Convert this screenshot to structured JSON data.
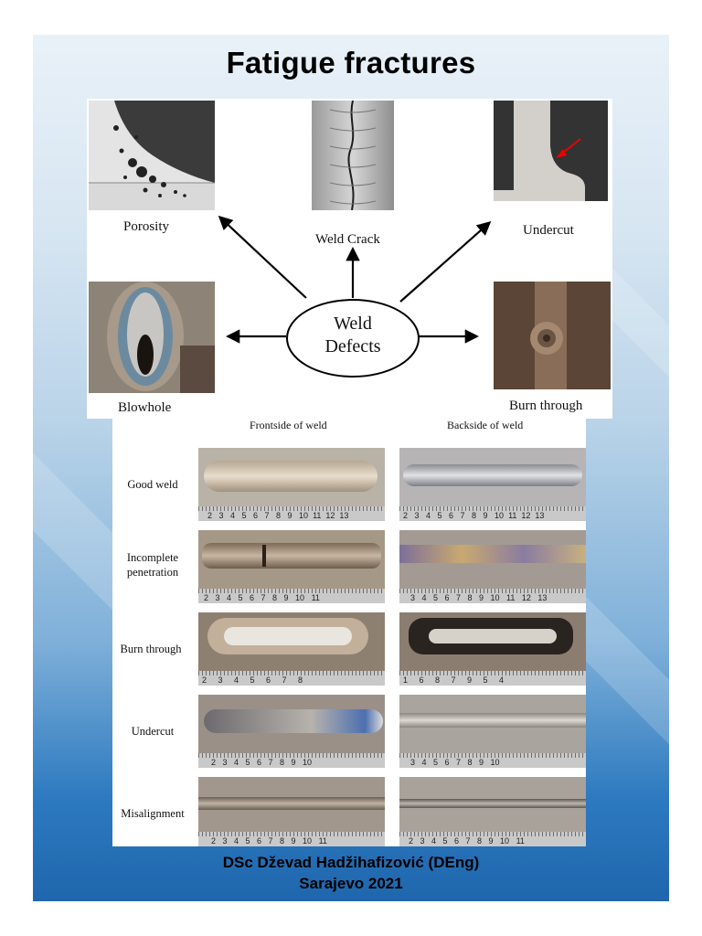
{
  "title": "Fatigue fractures",
  "diagram": {
    "center": [
      "Weld",
      "Defects"
    ],
    "labels": {
      "porosity": "Porosity",
      "weld_crack": "Weld Crack",
      "undercut": "Undercut",
      "blowhole": "Blowhole",
      "burn_through": "Burn through"
    }
  },
  "comparison": {
    "columns": [
      "Frontside of weld",
      "Backside of weld"
    ],
    "rows": [
      {
        "label": "Good weld"
      },
      {
        "label": "Incomplete penetration"
      },
      {
        "label": "Burn through"
      },
      {
        "label": "Undercut"
      },
      {
        "label": "Misalignment"
      }
    ]
  },
  "footer": {
    "author": "DSc Dževad Hadžihafizović (DEng)",
    "place_year": "Sarajevo 2021"
  }
}
